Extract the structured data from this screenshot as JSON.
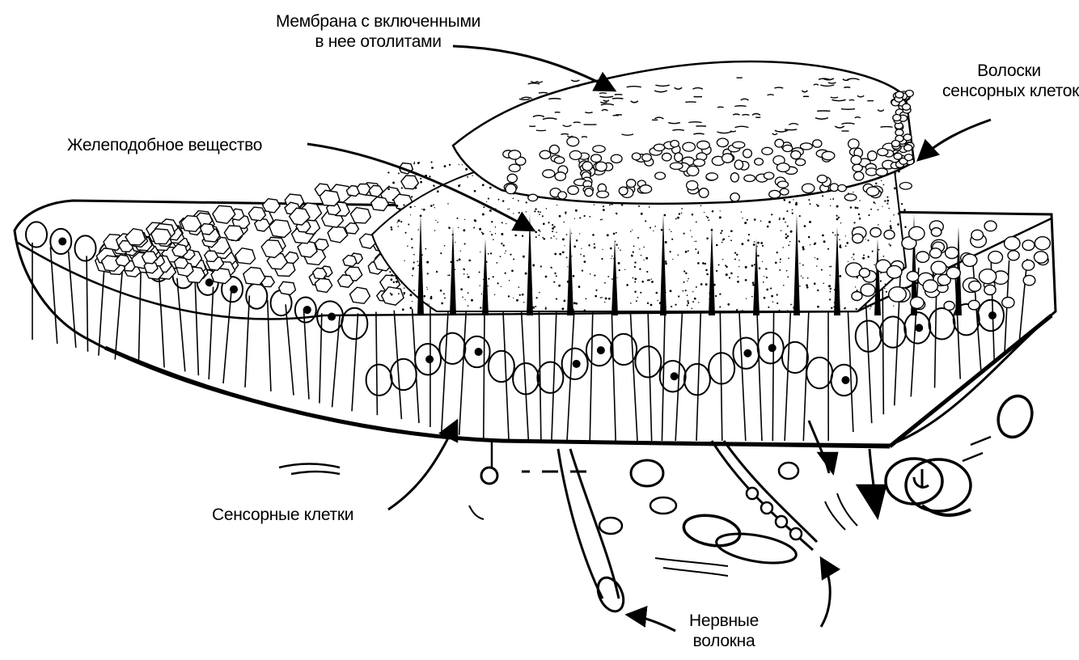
{
  "labels": {
    "membrane_line1": "Мембрана с включенными",
    "membrane_line2": "в нее отолитами",
    "hairs_line1": "Волоски",
    "hairs_line2": "сенсорных клеток",
    "gel": "Желеподобное вещество",
    "sensory_cells": "Сенсорные клетки",
    "nerve_line1": "Нервные",
    "nerve_line2": "волокна"
  }
}
